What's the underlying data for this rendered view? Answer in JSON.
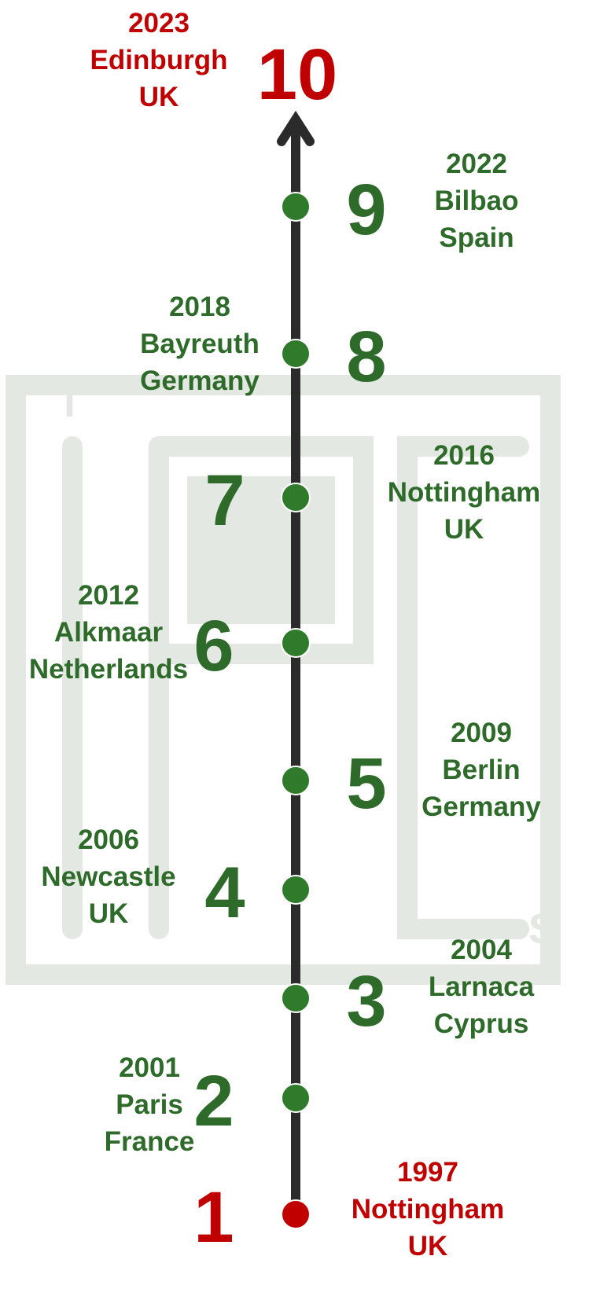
{
  "watermark": {
    "letter_top": "T",
    "letter_bottom": "S",
    "color": "#e3e9e2"
  },
  "colors": {
    "past": "#2e6b2a",
    "dot": "#2f7a2b",
    "highlight": "#c00000",
    "axis": "#2b2b2b"
  },
  "milestones": [
    {
      "number": "1",
      "year": "1997",
      "city": "Nottingham",
      "country": "UK",
      "highlight": true
    },
    {
      "number": "2",
      "year": "2001",
      "city": "Paris",
      "country": "France",
      "highlight": false
    },
    {
      "number": "3",
      "year": "2004",
      "city": "Larnaca",
      "country": "Cyprus",
      "highlight": false
    },
    {
      "number": "4",
      "year": "2006",
      "city": "Newcastle",
      "country": "UK",
      "highlight": false
    },
    {
      "number": "5",
      "year": "2009",
      "city": "Berlin",
      "country": "Germany",
      "highlight": false
    },
    {
      "number": "6",
      "year": "2012",
      "city": "Alkmaar",
      "country": "Netherlands",
      "highlight": false
    },
    {
      "number": "7",
      "year": "2016",
      "city": "Nottingham",
      "country": "UK",
      "highlight": false
    },
    {
      "number": "8",
      "year": "2018",
      "city": "Bayreuth",
      "country": "Germany",
      "highlight": false
    },
    {
      "number": "9",
      "year": "2022",
      "city": "Bilbao",
      "country": "Spain",
      "highlight": false
    },
    {
      "number": "10",
      "year": "2023",
      "city": "Edinburgh",
      "country": "UK",
      "highlight": true
    }
  ]
}
